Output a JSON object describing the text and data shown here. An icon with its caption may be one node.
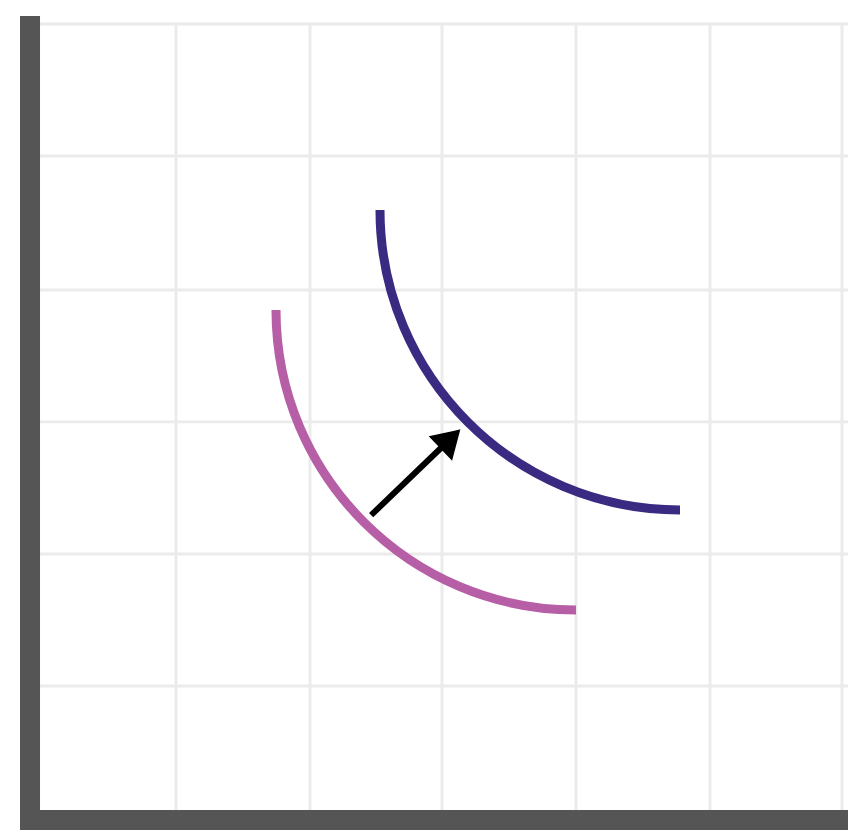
{
  "diagram": {
    "nodes": [
      {
        "text": [],
        "shape": "curve"
      },
      {
        "text": [],
        "shape": "curve"
      }
    ],
    "edges": [
      {
        "from": 0,
        "to": 1,
        "arrow": "to"
      }
    ]
  }
}
